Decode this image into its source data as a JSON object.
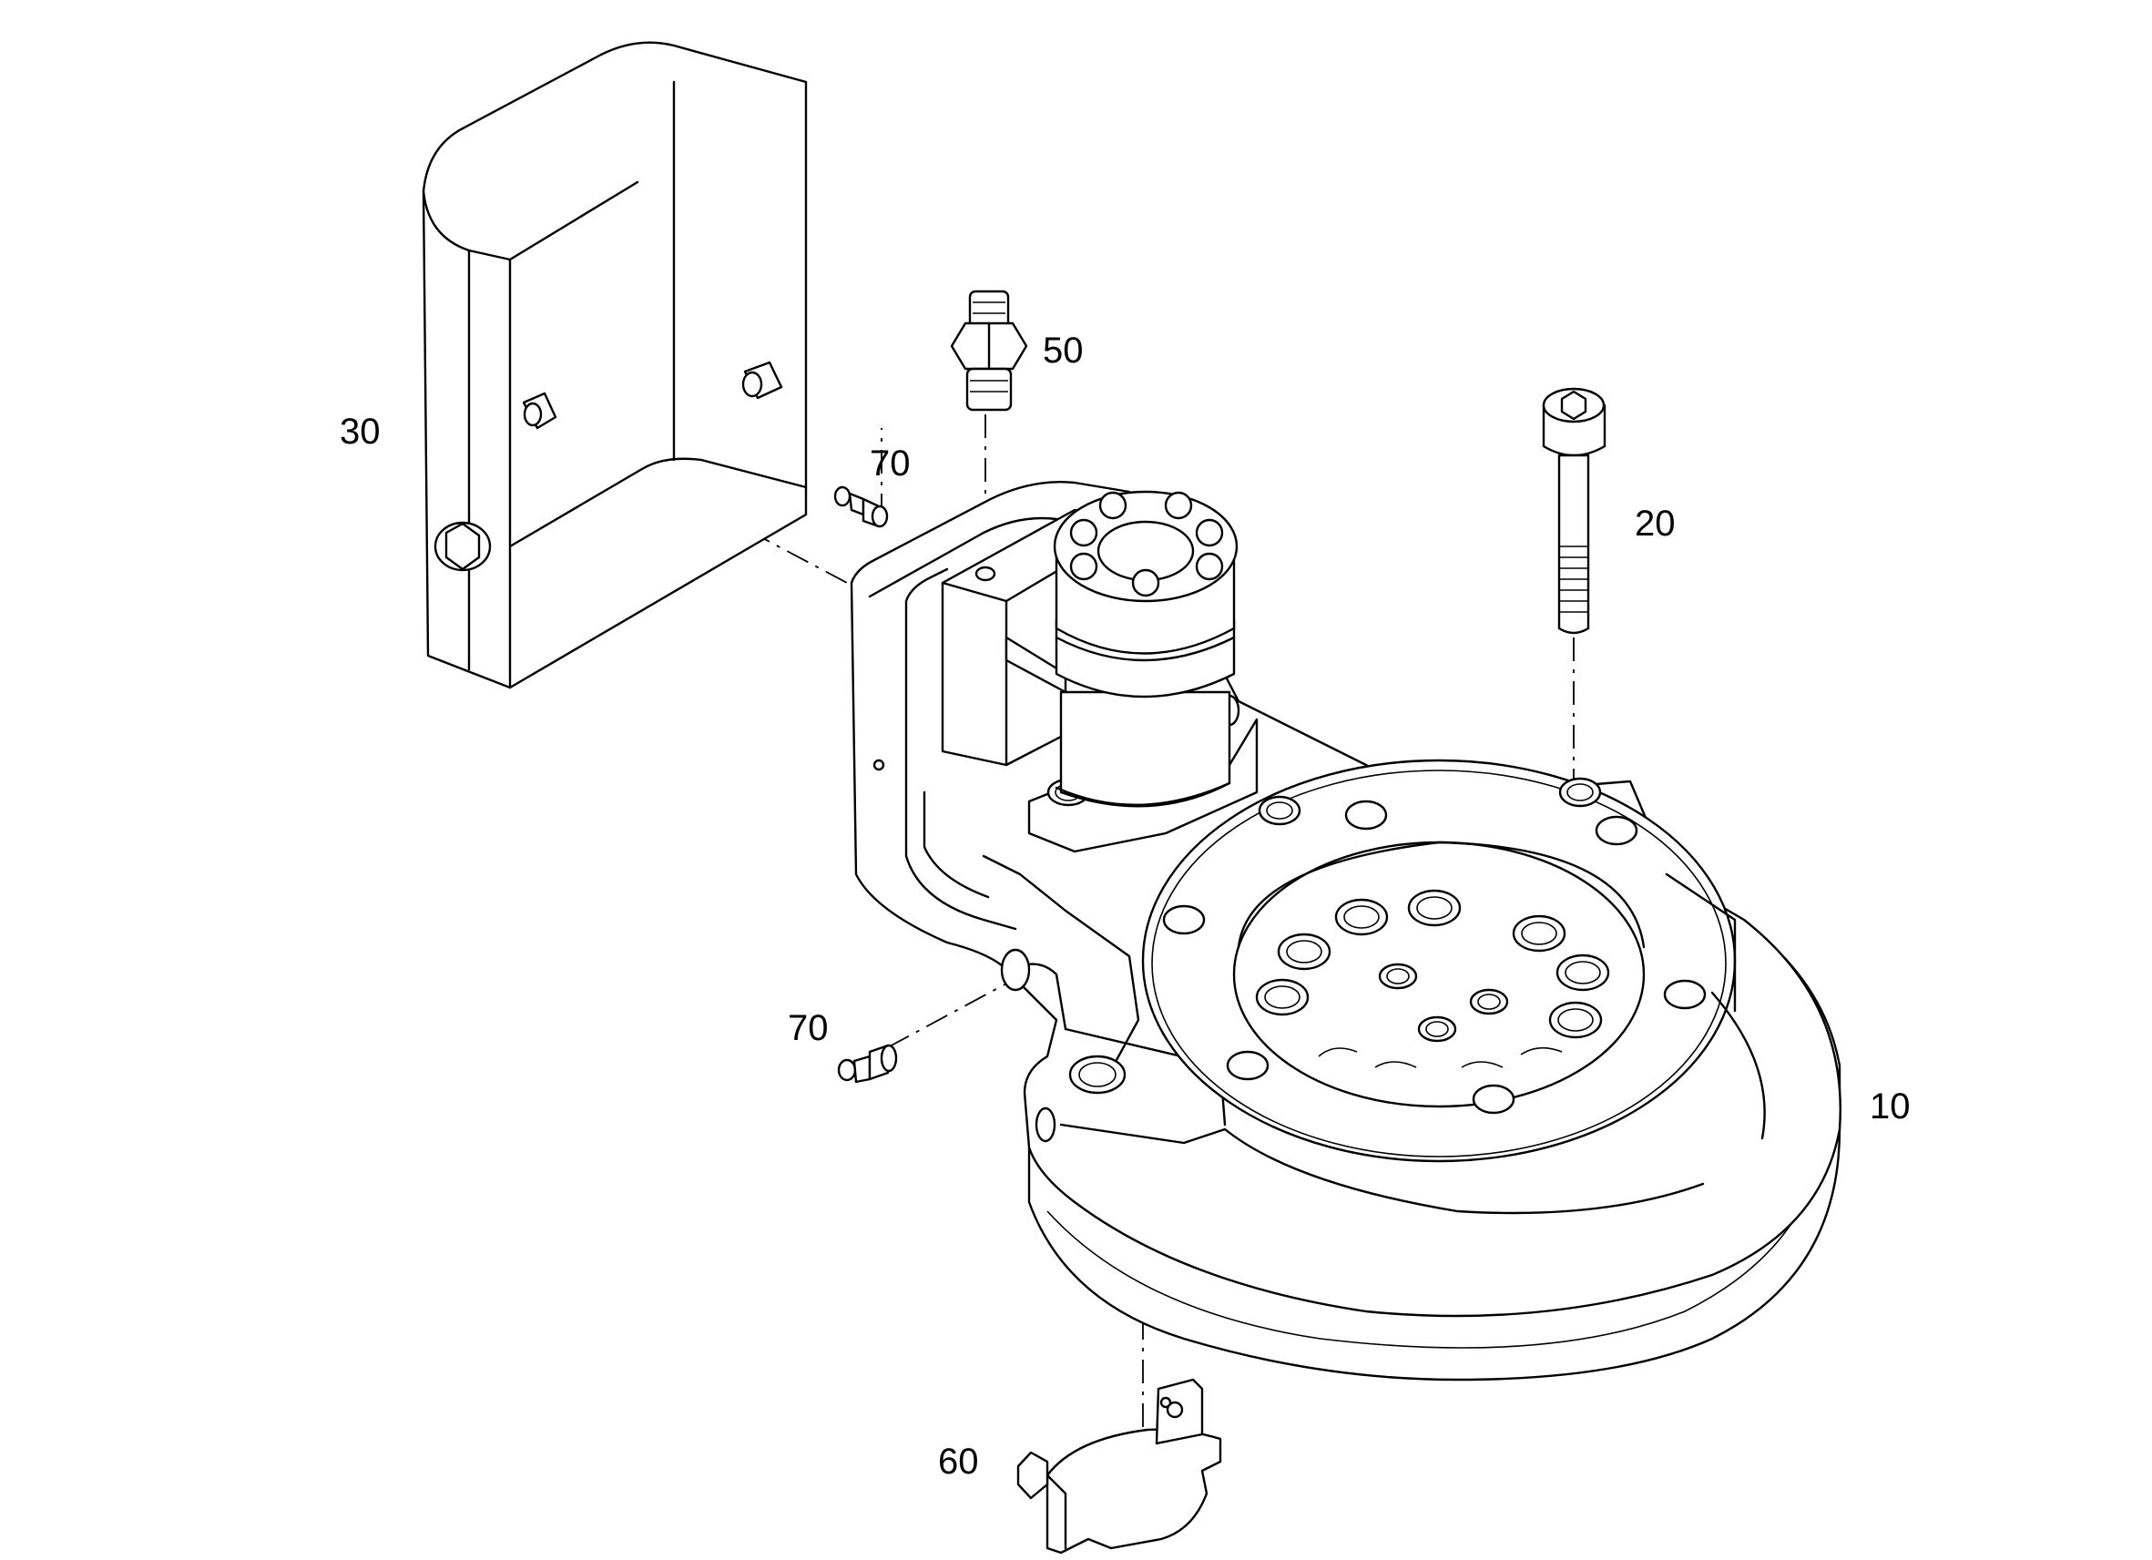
{
  "callouts": {
    "part_10": "10",
    "part_20": "20",
    "part_30": "30",
    "part_50": "50",
    "part_60": "60",
    "part_70_upper": "70",
    "part_70_lower": "70"
  }
}
